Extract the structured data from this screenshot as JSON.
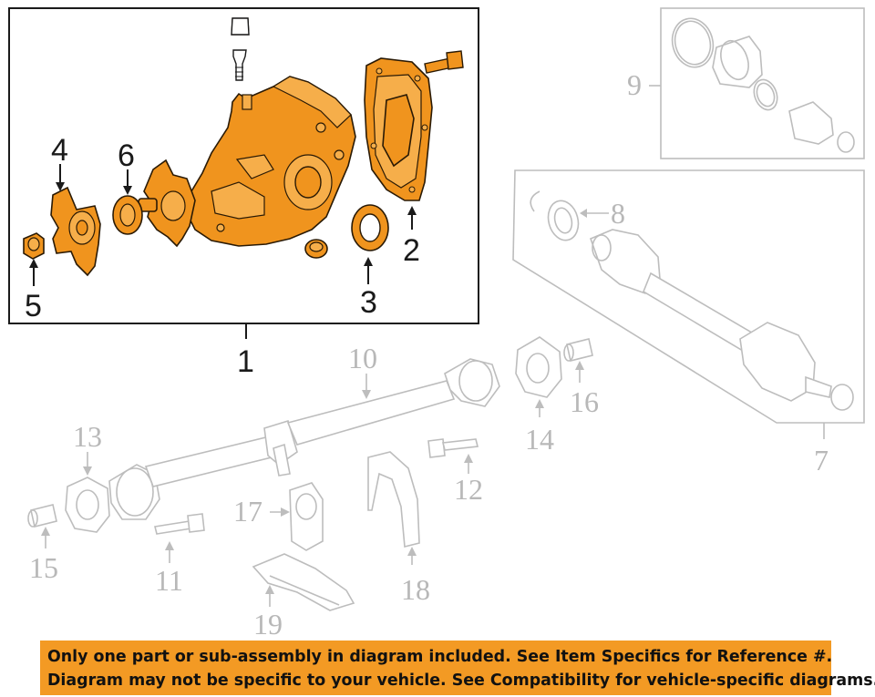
{
  "diagram": {
    "callouts": {
      "c1": "1",
      "c2": "2",
      "c3": "3",
      "c4": "4",
      "c5": "5",
      "c6": "6",
      "c7": "7",
      "c8": "8",
      "c9": "9",
      "c10": "10",
      "c11": "11",
      "c12": "12",
      "c13": "13",
      "c14": "14",
      "c15": "15",
      "c16": "16",
      "c17": "17",
      "c18": "18",
      "c19": "19"
    },
    "highlight_color": "#f0941e",
    "inactive_color": "#bdbdbd"
  },
  "notice": {
    "line1": "Only one part or sub-assembly in diagram included. See Item Specifics for Reference #.",
    "line2": "Diagram may not be specific to your vehicle. See Compatibility for vehicle-specific diagrams.",
    "background": "#f39a24"
  }
}
